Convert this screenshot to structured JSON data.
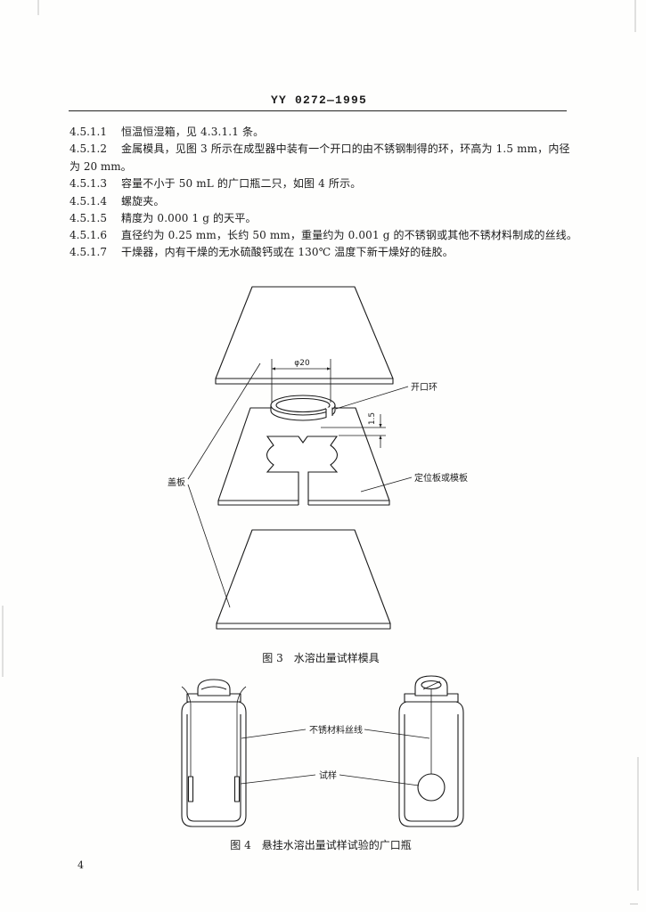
{
  "header": {
    "standard_code": "YY 0272—1995"
  },
  "clauses": [
    {
      "num": "4.5.1.1",
      "text": "恒温恒湿箱，见 4.3.1.1 条。"
    },
    {
      "num": "4.5.1.2",
      "text": "金属模具，见图 3 所示在成型器中装有一个开口的由不锈钢制得的环，环高为 1.5 mm，内径",
      "continuation": "为 20 mm。"
    },
    {
      "num": "4.5.1.3",
      "text": "容量不小于 50 mL 的广口瓶二只，如图 4 所示。"
    },
    {
      "num": "4.5.1.4",
      "text": "螺旋夹。"
    },
    {
      "num": "4.5.1.5",
      "text": "精度为 0.000 1 g 的天平。"
    },
    {
      "num": "4.5.1.6",
      "text": "直径约为 0.25 mm，长约 50 mm，重量约为 0.001 g 的不锈钢或其他不锈材料制成的丝线。"
    },
    {
      "num": "4.5.1.7",
      "text": "干燥器，内有干燥的无水硫酸钙或在 130℃ 温度下新干燥好的硅胶。"
    }
  ],
  "figure3": {
    "number": "图 3",
    "title": "水溶出量试样模具",
    "labels": {
      "open_ring": "开口环",
      "positioning_plate": "定位板或模板",
      "cover_plate": "盖板"
    },
    "dimensions": {
      "ring_diameter": "φ20",
      "ring_height": "1.5"
    }
  },
  "figure4": {
    "number": "图 4",
    "title": "悬挂水溶出量试样试验的广口瓶",
    "labels": {
      "wire": "不锈材料丝线",
      "specimen": "试样"
    }
  },
  "page_number": "4"
}
